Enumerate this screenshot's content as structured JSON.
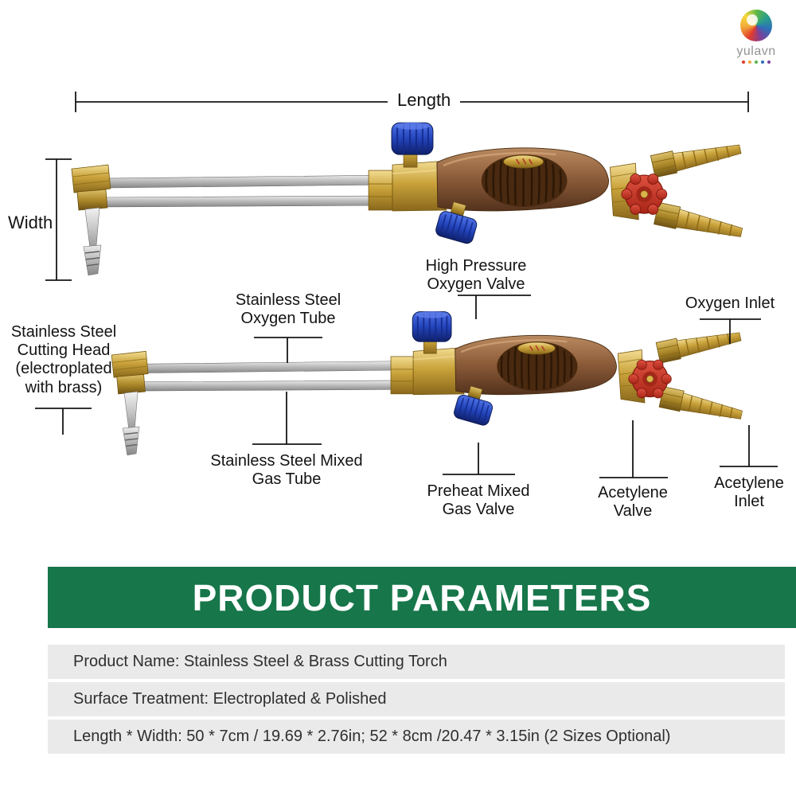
{
  "brand": {
    "name": "yulavn"
  },
  "dimension_labels": {
    "length": "Length",
    "width": "Width"
  },
  "callouts": {
    "high_pressure_oxygen_valve": "High Pressure Oxygen Valve",
    "stainless_steel_oxygen_tube": "Stainless Steel Oxygen Tube",
    "oxygen_inlet": "Oxygen Inlet",
    "stainless_steel_cutting_head": "Stainless Steel Cutting Head (electroplated with brass)",
    "stainless_steel_mixed_gas_tube": "Stainless Steel Mixed Gas Tube",
    "preheat_mixed_gas_valve": "Preheat Mixed Gas Valve",
    "acetylene_valve": "Acetylene Valve",
    "acetylene_inlet": "Acetylene Inlet"
  },
  "parameters": {
    "title": "PRODUCT PARAMETERS",
    "rows": [
      "Product Name: Stainless Steel & Brass Cutting Torch",
      "Surface Treatment: Electroplated & Polished",
      "Length * Width: 50 * 7cm / 19.69 * 2.76in; 52 * 8cm /20.47 * 3.15in (2 Sizes Optional)"
    ]
  },
  "colors": {
    "banner_green": "#17764a",
    "row_gray": "#eaeaea",
    "knob_blue": "#2344bb",
    "valve_red": "#cb3727",
    "brass": "#c9a23a",
    "copper_handle": "#8a5a38",
    "line_black": "#161616"
  }
}
